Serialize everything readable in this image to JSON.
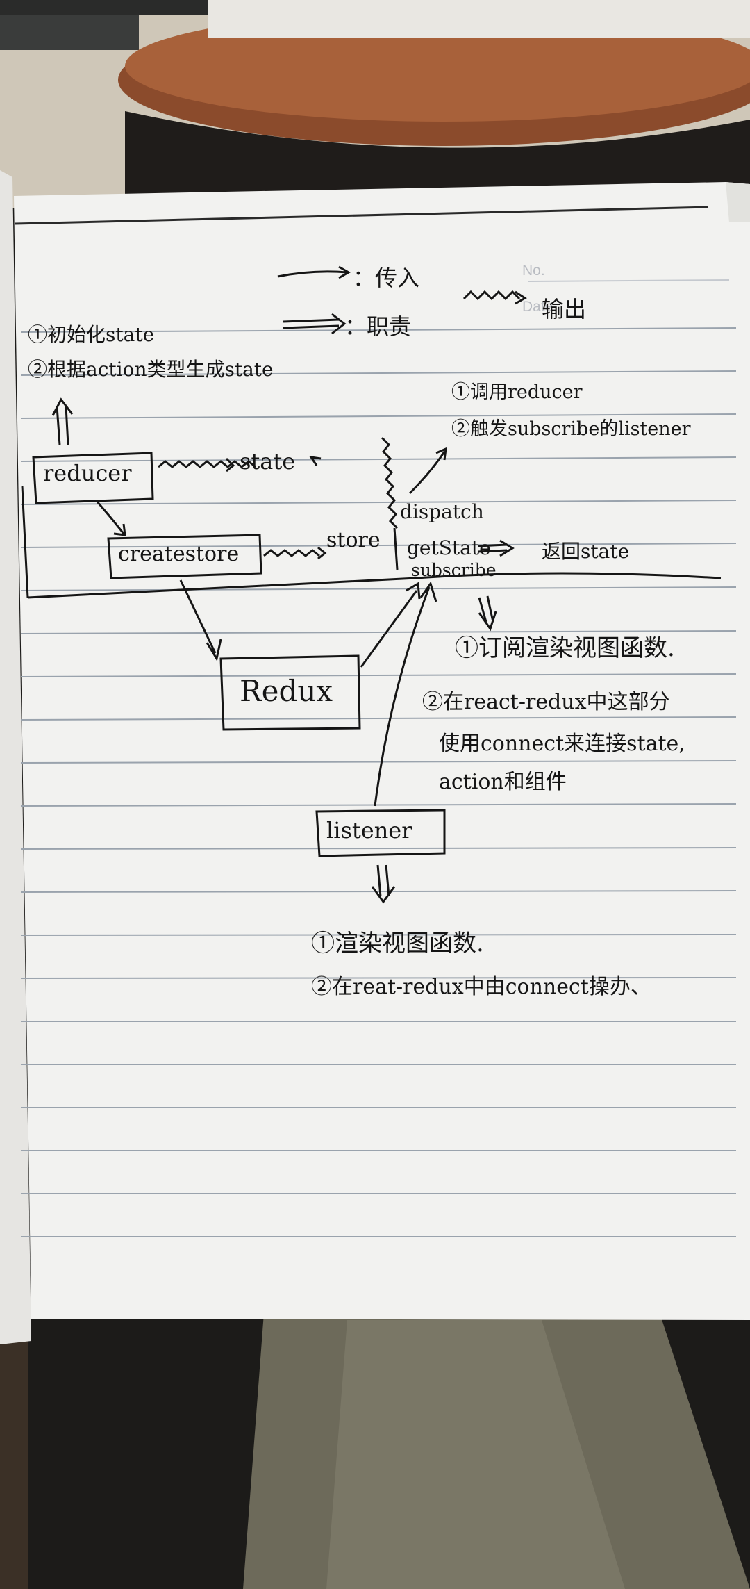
{
  "photo": {
    "colors": {
      "wood": "#8b4b2c",
      "wood_light": "#a8613a",
      "wall": "#cfc7b8",
      "paper": "#f2f2f0",
      "rule_line": "#9aa3ad",
      "ink": "#151515",
      "fabric": "#6d6a5a",
      "background_dark": "#1c1b19"
    }
  },
  "notebook": {
    "printed_labels": {
      "no": "No.",
      "date": "Date"
    },
    "legend": {
      "pass_in": "：传入",
      "duty": "：职责",
      "output": "输出"
    },
    "reducer_notes": [
      "①初始化state",
      "②根据action类型生成state"
    ],
    "dispatch_notes": [
      "①调用reducer",
      "②触发subscribe的listener"
    ],
    "boxes": {
      "reducer": "reducer",
      "createstore": "createstore",
      "redux": "Redux",
      "listener": "listener"
    },
    "labels": {
      "state": "state",
      "store": "store",
      "dispatch": "dispatch",
      "getstate": "getState",
      "return_state": "返回state",
      "subscribe": "subscribe"
    },
    "subscribe_notes": [
      "①订阅渲染视图函数.",
      "②在react-redux中这部分",
      "使用connect来连接state,",
      "action和组件"
    ],
    "listener_notes": [
      "①渲染视图函数.",
      "②在reat-redux中由connect操办、"
    ]
  }
}
